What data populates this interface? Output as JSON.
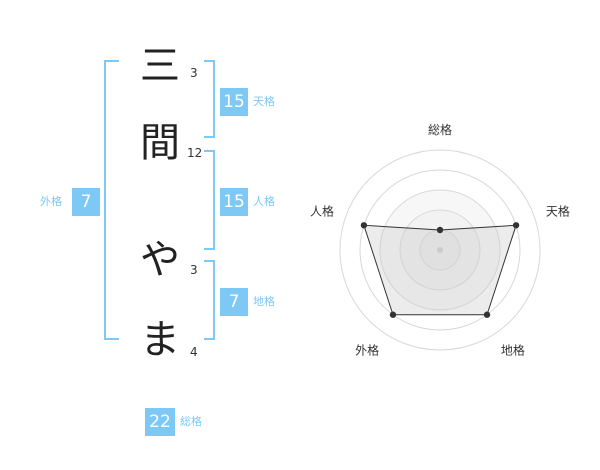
{
  "name": {
    "chars": [
      {
        "char": "三",
        "strokes": "3"
      },
      {
        "char": "間",
        "strokes": "12"
      },
      {
        "char": "や",
        "strokes": "3"
      },
      {
        "char": "ま",
        "strokes": "4"
      }
    ]
  },
  "fortune": {
    "tenkaku": {
      "value": "15",
      "label": "天格"
    },
    "jinkaku": {
      "value": "15",
      "label": "人格"
    },
    "chikaku": {
      "value": "7",
      "label": "地格"
    },
    "gaikaku": {
      "value": "7",
      "label": "外格"
    },
    "soukaku": {
      "value": "22",
      "label": "総格"
    }
  },
  "chart_data": {
    "type": "radar",
    "axes": [
      "総格",
      "天格",
      "地格",
      "外格",
      "人格"
    ],
    "values": [
      1,
      4,
      4,
      4,
      4
    ],
    "max": 5,
    "grid": true
  },
  "colors": {
    "accent": "#7ec8f5",
    "radar_fill": "#f0f0f0",
    "radar_line": "#333333"
  }
}
